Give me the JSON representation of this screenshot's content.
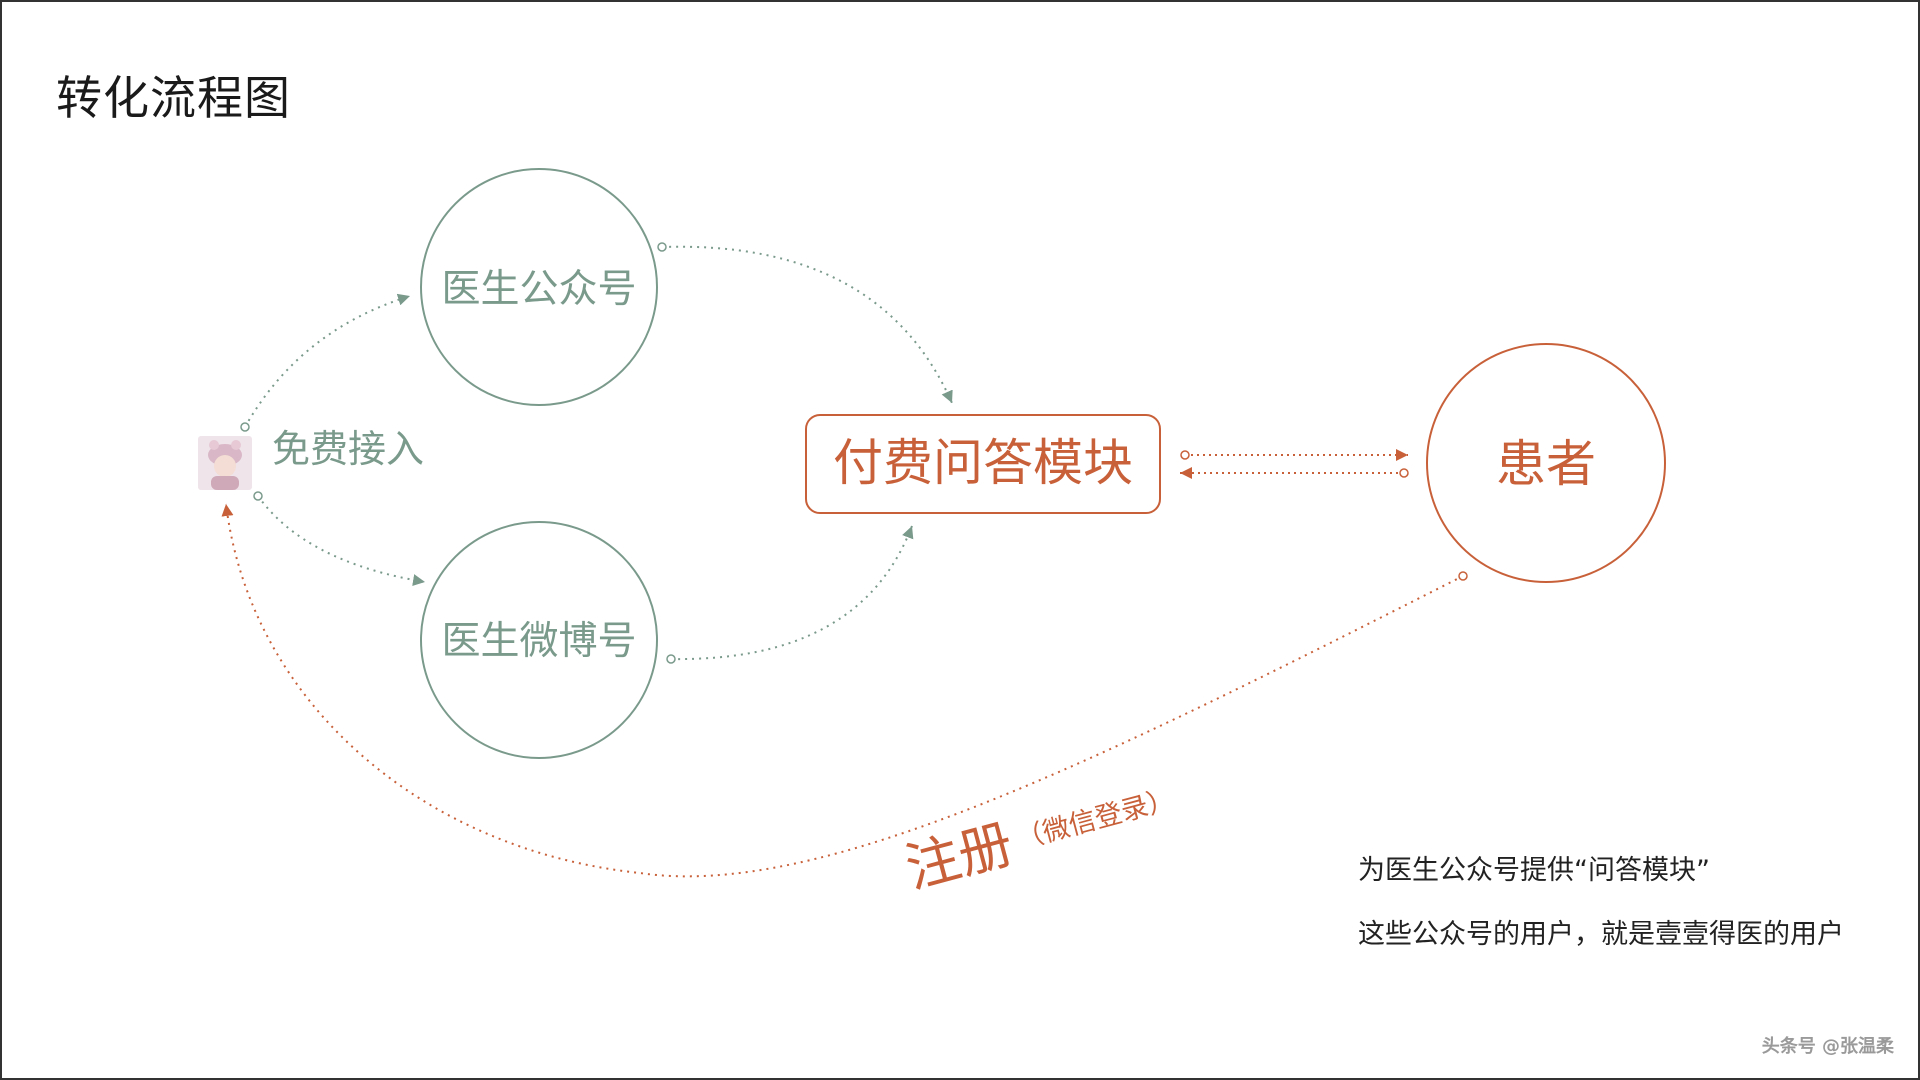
{
  "title": "转化流程图",
  "nodes": {
    "gzh": "医生公众号",
    "weibo": "医生微博号",
    "module": "付费问答模块",
    "patient": "患者"
  },
  "labels": {
    "free_access": "免费接入",
    "register": "注册",
    "wechat_login": "（微信登录）"
  },
  "captions": [
    "为医生公众号提供“问答模块”",
    "这些公众号的用户，就是壹壹得医的用户"
  ],
  "watermark": "头条号 @张温柔",
  "colors": {
    "green": "#7a9a8c",
    "orange": "#c8613a"
  }
}
